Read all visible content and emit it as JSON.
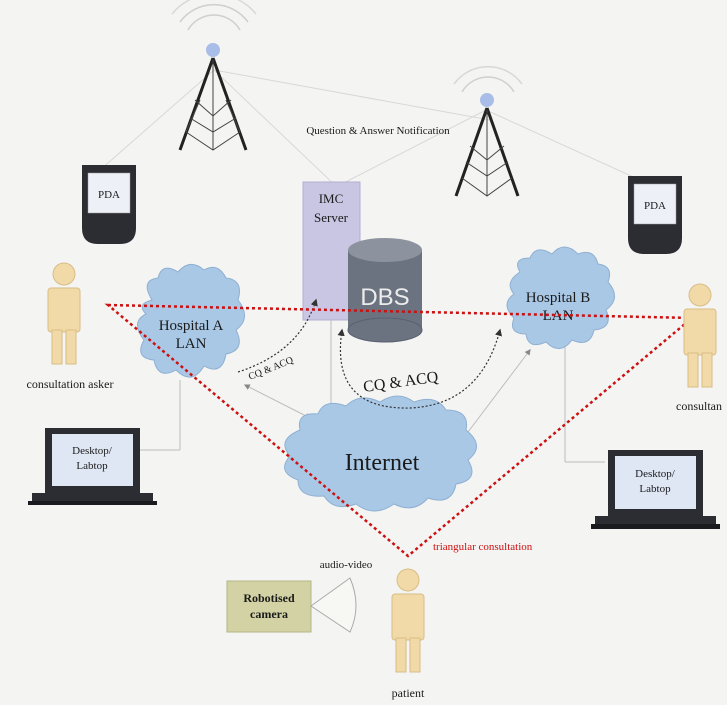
{
  "notification_label": "Question & Answer Notification",
  "server": {
    "line1": "IMC",
    "line2": "Server"
  },
  "database_label": "DBS",
  "pda_left_label": "PDA",
  "pda_right_label": "PDA",
  "hospital_a": {
    "line1": "Hospital A",
    "line2": "LAN"
  },
  "hospital_b": {
    "line1": "Hospital B",
    "line2": "LAN"
  },
  "internet_label": "Internet",
  "cq_acq_small": "CQ & ACQ",
  "cq_acq_large": "CQ & ACQ",
  "asker_label": "consultation asker",
  "consultant_label": "consultan",
  "desktop_left": {
    "line1": "Desktop/",
    "line2": "Labtop"
  },
  "desktop_right": {
    "line1": "Desktop/",
    "line2": "Labtop"
  },
  "triangular_label": "triangular consultation",
  "audio_video_label": "audio-video",
  "camera": {
    "line1": "Robotised",
    "line2": "camera"
  },
  "patient_label": "patient",
  "colors": {
    "cloud": "#a9c8e6",
    "server": "#c9c6e3",
    "db": "#6c7380",
    "person": "#f1d9a8",
    "camera": "#d2d2a4",
    "triangle": "#cc1111",
    "device": "#2b2d33"
  }
}
